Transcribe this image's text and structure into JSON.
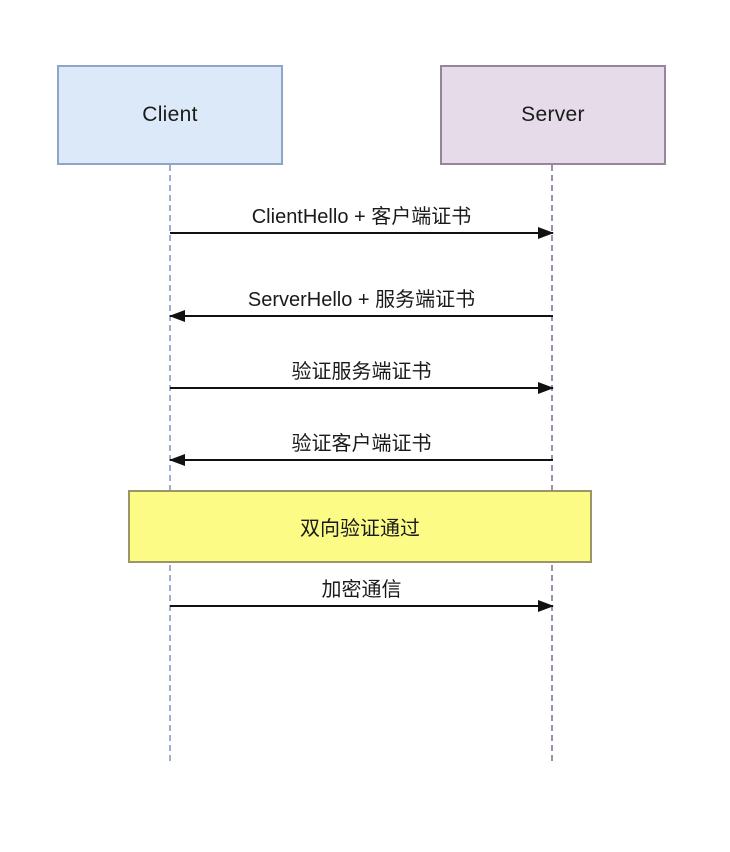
{
  "diagram": {
    "type": "sequence",
    "background": "#ffffff",
    "text_color": "#1a1a1a",
    "line_color": "#111111",
    "actors": [
      {
        "name": "Client",
        "fill": "#dbe9f8",
        "border": "#8da5c9",
        "lifeline_color": "#9db1cf"
      },
      {
        "name": "Server",
        "fill": "#e5dbe9",
        "border": "#97859d",
        "lifeline_color": "#a08fa8"
      }
    ],
    "messages": [
      {
        "label": "ClientHello + 客户端证书",
        "from": "Client",
        "to": "Server",
        "direction": "right"
      },
      {
        "label": "ServerHello + 服务端证书",
        "from": "Server",
        "to": "Client",
        "direction": "left"
      },
      {
        "label": "验证服务端证书",
        "from": "Client",
        "to": "Server",
        "direction": "right"
      },
      {
        "label": "验证客户端证书",
        "from": "Server",
        "to": "Client",
        "direction": "left"
      },
      {
        "label": "加密通信",
        "from": "Client",
        "to": "Server",
        "direction": "right"
      }
    ],
    "note": {
      "label": "双向验证通过",
      "fill": "#fbfb85",
      "border": "#9a9668"
    }
  }
}
